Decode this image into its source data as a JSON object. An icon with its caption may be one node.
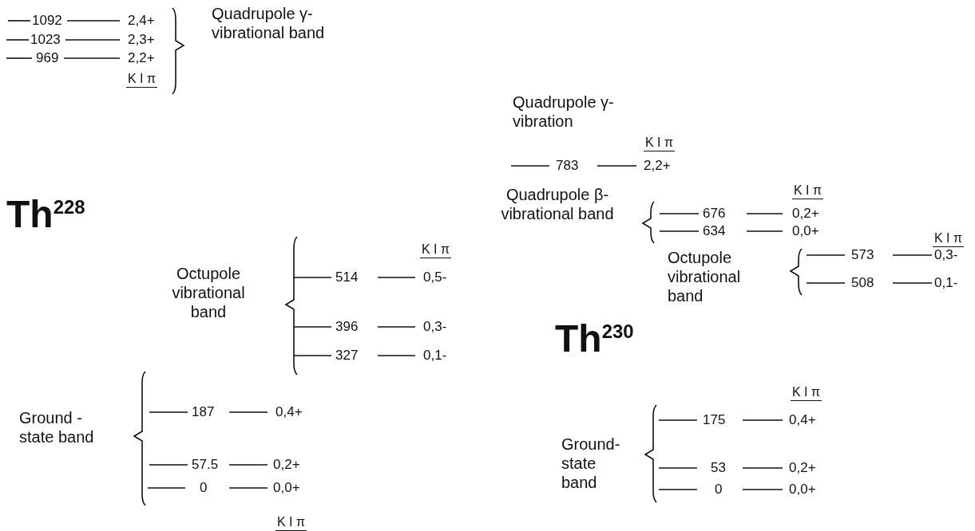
{
  "diagram": {
    "labels": [
      "1092",
      "2,4+",
      "Quadrupole γ-vibrational band",
      "1023",
      "2,3+",
      "969",
      "2,2+",
      "K I π",
      "Quadrupole γ-vibration",
      "K I π",
      "783",
      "2,2+",
      "Th$^{228}$",
      "Quadrupole β-vibrational band",
      "K I π",
      "676",
      "0,2+",
      "634",
      "0,0+",
      "K I π",
      "573",
      "0,3-",
      "Octupole vibrational band",
      "508",
      "0,1-",
      "K I π",
      "Octupole vibrational band",
      "514",
      "0,5-",
      "396",
      "0,3-",
      "Th$^{230}$",
      "327",
      "0,1-",
      "Ground - state band",
      "187",
      "0,4+",
      "K I π",
      "Ground- state band",
      "175",
      "0,4+",
      "57.5",
      "0,2+",
      "53",
      "0,2+",
      "0",
      "0,0+",
      "0",
      "0,0+",
      "K I π"
    ]
  }
}
